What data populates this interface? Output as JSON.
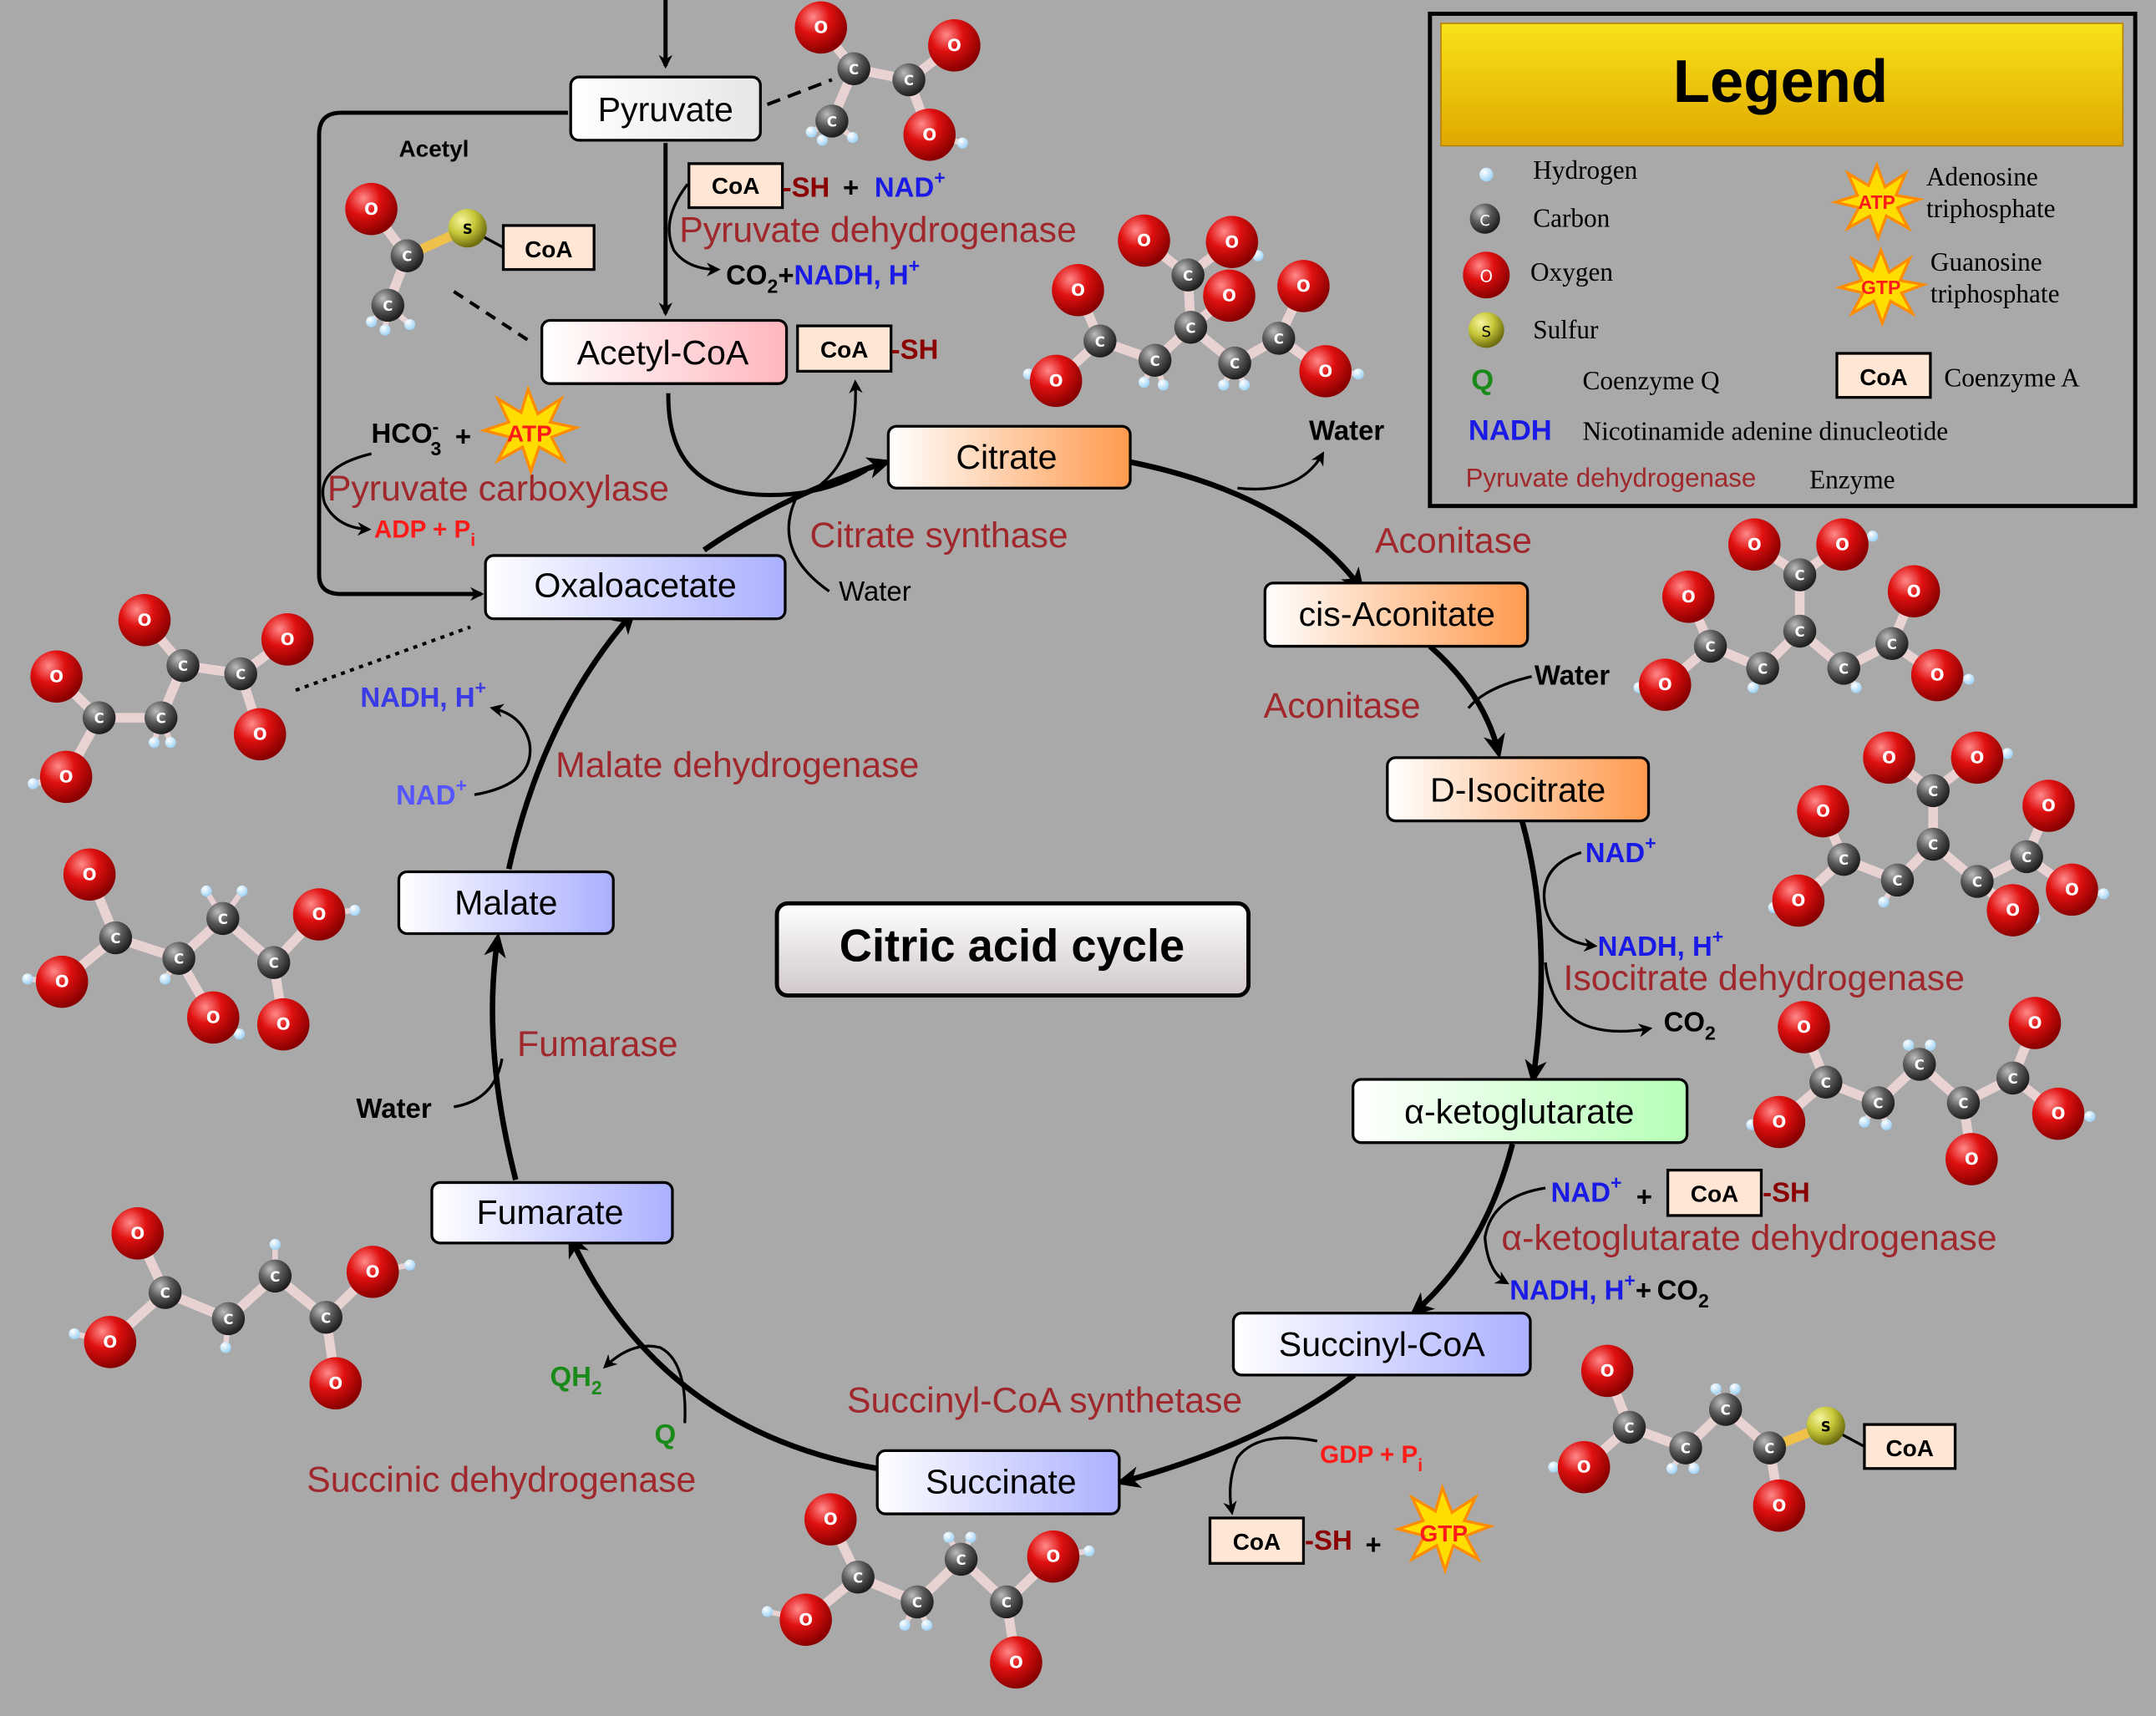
{
  "title": "Citric acid cycle",
  "colors": {
    "background": "#a9a9a9",
    "enzyme": "#a0282c",
    "nadh": "#1a1ae6",
    "nad_light": "#5555ff",
    "green": "#1a8a1a",
    "red": "#ff1a1a",
    "darkred": "#8b0000"
  },
  "metabolites": {
    "pyruvate": "Pyruvate",
    "acetyl_coa": "Acetyl-CoA",
    "citrate": "Citrate",
    "cis_aconitate": "cis-Aconitate",
    "isocitrate": "D-Isocitrate",
    "ketoglutarate": "α-ketoglutarate",
    "succinyl_coa": "Succinyl-CoA",
    "succinate": "Succinate",
    "fumarate": "Fumarate",
    "malate": "Malate",
    "oxaloacetate": "Oxaloacetate"
  },
  "enzymes": {
    "pyruvate_dh": "Pyruvate dehydrogenase",
    "pyruvate_carboxylase": "Pyruvate carboxylase",
    "citrate_synthase": "Citrate synthase",
    "aconitase_1": "Aconitase",
    "aconitase_2": "Aconitase",
    "isocitrate_dh": "Isocitrate dehydrogenase",
    "akg_dh": "α-ketoglutarate dehydrogenase",
    "succinyl_coa_synthetase": "Succinyl-CoA synthetase",
    "succinic_dh": "Succinic dehydrogenase",
    "fumarase": "Fumarase",
    "malate_dh": "Malate dehydrogenase"
  },
  "cofactors": {
    "acetyl": "Acetyl",
    "coa": "CoA",
    "sh": "-SH",
    "plus": "+",
    "nad": "NAD",
    "sup_plus": "+",
    "co2": "CO",
    "sub2": "2",
    "nadh_h": "NADH, H",
    "hco": "HCO",
    "sub3": "3",
    "sup_minus": "-",
    "atp": "ATP",
    "gtp": "GTP",
    "adp_pi": "ADP + P",
    "gdp_pi": "GDP + P",
    "sub_i": "i",
    "water": "Water",
    "qh": "QH",
    "q": "Q"
  },
  "atoms": {
    "carbon": "C",
    "oxygen": "O",
    "sulfur": "S"
  },
  "legend": {
    "title": "Legend",
    "hydrogen": "Hydrogen",
    "carbon": "Carbon",
    "oxygen": "Oxygen",
    "sulfur": "Sulfur",
    "q_symbol": "Q",
    "q_label": "Coenzyme Q",
    "nadh_symbol": "NADH",
    "nadh_label": "Nicotinamide adenine dinucleotide",
    "enzyme_example": "Pyruvate dehydrogenase",
    "enzyme_label": "Enzyme",
    "atp_symbol": "ATP",
    "atp_line1": "Adenosine",
    "atp_line2": "triphosphate",
    "gtp_symbol": "GTP",
    "gtp_line1": "Guanosine",
    "gtp_line2": "triphosphate",
    "coa_symbol": "CoA",
    "coa_label": "Coenzyme A"
  }
}
